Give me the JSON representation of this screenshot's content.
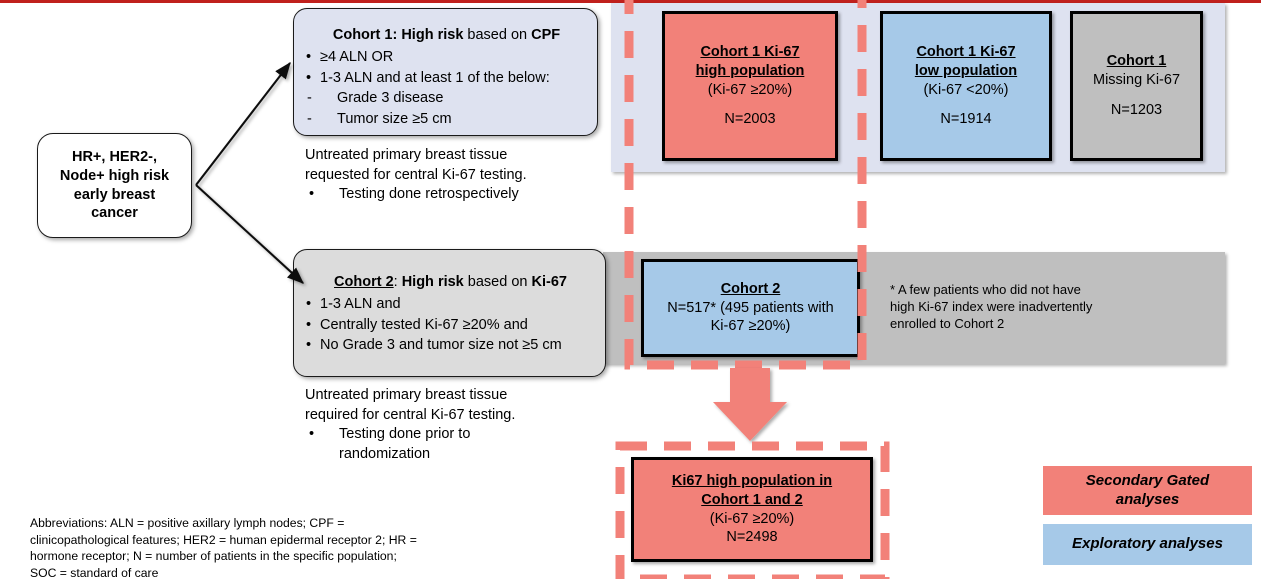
{
  "colors": {
    "salmon": "#F28179",
    "blue": "#A6C9E8",
    "gray": "#BFBFBF",
    "panel_blue": "#DEE2F0",
    "top_rule_red": "#C0201C",
    "dash_red": "#F28179"
  },
  "entry": {
    "line1": "HR+, HER2-,",
    "line2": "Node+ high risk",
    "line3": "early breast",
    "line4": "cancer"
  },
  "cohort1_desc": {
    "title_bold_1": "Cohort 1: High risk",
    "title_mid": " based on ",
    "title_bold_2": "CPF",
    "bullets": [
      {
        "marker": "•",
        "text": "≥4 ALN OR",
        "indent": false
      },
      {
        "marker": "•",
        "text": "1-3 ALN and at least 1 of the below:",
        "indent": false
      },
      {
        "marker": "-",
        "text": "Grade 3 disease",
        "indent": true
      },
      {
        "marker": "-",
        "text": "Tumor size ≥5 cm",
        "indent": true
      }
    ]
  },
  "cohort1_note": {
    "line1": "Untreated primary breast tissue",
    "line2": "requested for central Ki-67 testing.",
    "bullet_marker": "•",
    "bullet_text": "Testing done retrospectively"
  },
  "cohort2_desc": {
    "title_bold_1": "Cohort 2",
    "title_mid_1": ": ",
    "title_bold_2": "High risk",
    "title_mid_2": " based on ",
    "title_bold_3": "Ki-67",
    "bullets": [
      {
        "marker": "•",
        "text": "1-3 ALN and",
        "indent": false
      },
      {
        "marker": "•",
        "text": "Centrally tested Ki-67 ≥20% and",
        "indent": false
      },
      {
        "marker": "•",
        "text": "No Grade 3 and tumor size not ≥5 cm",
        "indent": false
      }
    ]
  },
  "cohort2_note": {
    "line1": "Untreated primary breast tissue",
    "line2": "required for central Ki-67 testing.",
    "bullet_marker": "•",
    "bullet_text_1": "Testing done prior to",
    "bullet_text_2": "randomization"
  },
  "result_boxes": {
    "cohort1_high": {
      "head_line1": "Cohort 1 Ki-67",
      "head_line2": "high population",
      "sub": "(Ki-67 ≥20%)",
      "n": "N=2003"
    },
    "cohort1_low": {
      "head_line1": "Cohort 1 Ki-67",
      "head_line2": "low population",
      "sub": "(Ki-67 <20%)",
      "n": "N=1914"
    },
    "cohort1_missing": {
      "head_line1": "Cohort 1",
      "sub": "Missing Ki-67",
      "n": "N=1203"
    },
    "cohort2": {
      "head_line1": "Cohort 2",
      "sub_line1": "N=517* (495 patients with",
      "sub_line2": "Ki-67 ≥20%)"
    },
    "final": {
      "head_line1": "Ki67 high population in",
      "head_line2": "Cohort 1 and 2",
      "sub": "(Ki-67 ≥20%)",
      "n": "N=2498"
    }
  },
  "cohort2_footnote": {
    "line1": "* A few patients who did not have",
    "line2": "high Ki-67 index were inadvertently",
    "line3": "enrolled to Cohort 2"
  },
  "legend": {
    "secondary_line1": "Secondary Gated",
    "secondary_line2": "analyses",
    "exploratory": "Exploratory analyses"
  },
  "abbreviations": {
    "line1": "Abbreviations: ALN = positive axillary lymph nodes; CPF =",
    "line2": "clinicopathological features; HER2 = human epidermal receptor 2; HR =",
    "line3": "hormone receptor; N = number of patients in the specific population;",
    "line4": "SOC = standard of care"
  }
}
